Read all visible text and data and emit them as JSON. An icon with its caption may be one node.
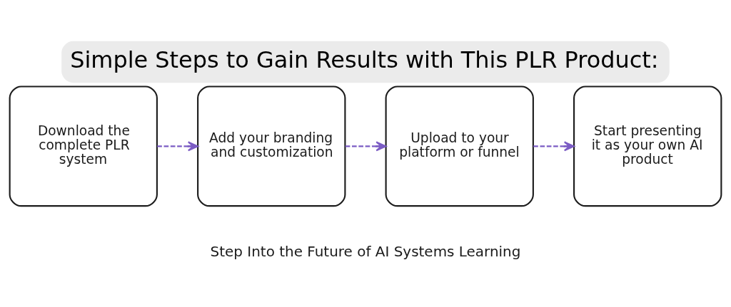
{
  "diagram": {
    "title": "Simple Steps to Gain Results with This PLR Product:",
    "caption": "Step Into the Future of AI Systems Learning",
    "nodes": [
      {
        "text": [
          "Download the complete PLR system"
        ]
      },
      {
        "text": [
          "Add your branding and customization"
        ]
      },
      {
        "text": [
          "Upload to your platform or funnel"
        ]
      },
      {
        "text": [
          "Start presenting it as your own AI product"
        ]
      }
    ],
    "edges": [
      {
        "from": 0,
        "to": 1,
        "arrow": "to",
        "style": "dashed",
        "color": "#7b5cc4"
      },
      {
        "from": 1,
        "to": 2,
        "arrow": "to",
        "style": "dashed",
        "color": "#7b5cc4"
      },
      {
        "from": 2,
        "to": 3,
        "arrow": "to",
        "style": "dashed",
        "color": "#7b5cc4"
      }
    ]
  }
}
